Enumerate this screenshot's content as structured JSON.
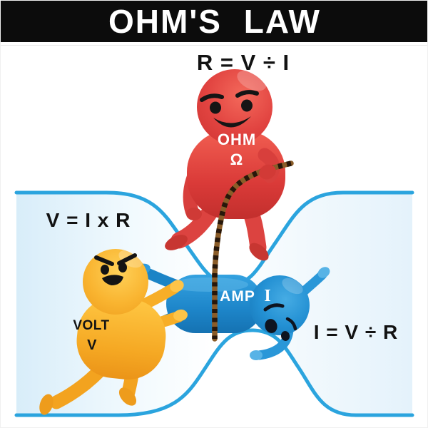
{
  "title": "OHM'S LAW",
  "formulas": {
    "resistance": "R = V ÷ I",
    "voltage": "V = I x R",
    "current": "I = V ÷ R"
  },
  "characters": {
    "ohm": {
      "label": "OHM",
      "symbol": "Ω"
    },
    "volt": {
      "label": "VOLT",
      "symbol": "V"
    },
    "amp": {
      "label": "AMP",
      "symbol": "I"
    }
  },
  "colors": {
    "banner_bg": "#0c0c0c",
    "banner_text": "#ffffff",
    "channel_stroke": "#2ba4de",
    "channel_fill": "#e9f5fc",
    "ohm_red": "#e04440",
    "volt_gold": "#f8b42f",
    "amp_blue": "#1f8cd2",
    "rope_brown": "#8a5c28",
    "formula_text": "#121212"
  }
}
